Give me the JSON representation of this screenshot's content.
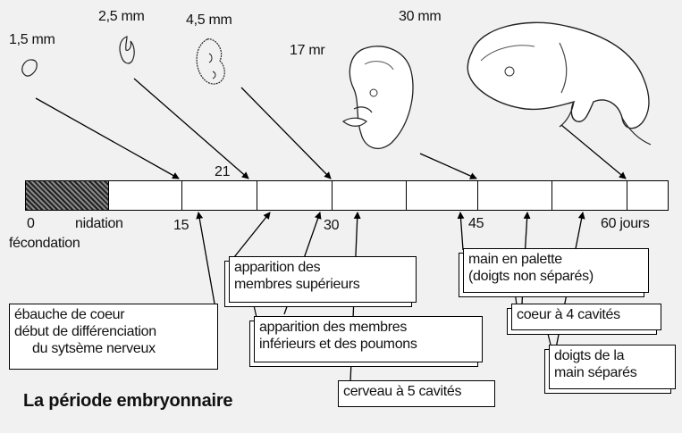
{
  "sizes": [
    "1,5 mm",
    "2,5 mm",
    "4,5 mm",
    "17 mr",
    "30 mm"
  ],
  "timeline": {
    "ticks": [
      "0",
      "nidation",
      "15",
      "21",
      "30",
      "45",
      "60 jours"
    ],
    "fecondation": "fécondation"
  },
  "boxes": {
    "coeur": [
      "ébauche de coeur",
      "début de différenciation",
      "du sytsème nerveux"
    ],
    "sup": [
      "apparition des",
      "membres supérieurs"
    ],
    "inf": [
      "apparition des membres",
      "inférieurs et des poumons"
    ],
    "cerveau": [
      "cerveau à 5 cavités"
    ],
    "palette": [
      "main en palette",
      "(doigts non séparés)"
    ],
    "coeur4": [
      "coeur à 4 cavités"
    ],
    "doigts": [
      "doigts de la",
      "main séparés"
    ]
  },
  "title": "La période embryonnaire"
}
